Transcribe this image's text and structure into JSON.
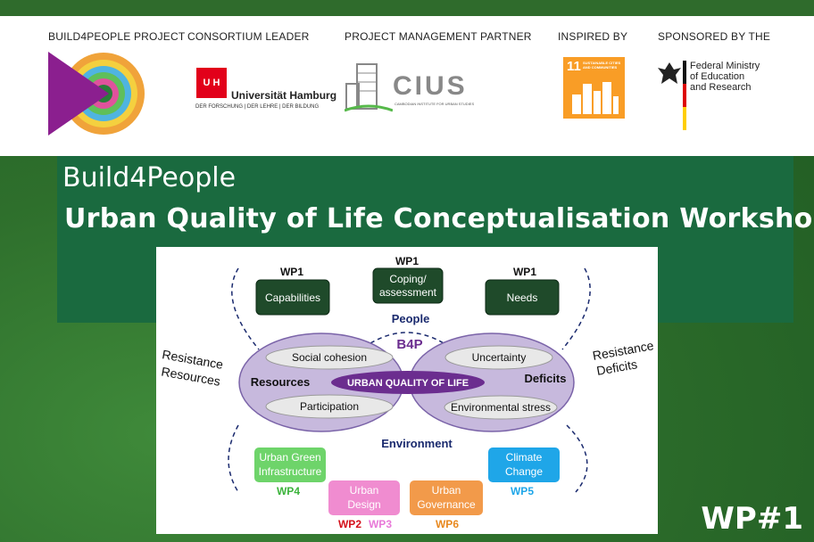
{
  "header": {
    "labels": {
      "project": "BUILD4PEOPLE PROJECT",
      "leader": "CONSORTIUM LEADER",
      "partner": "PROJECT MANAGEMENT PARTNER",
      "inspired": "INSPIRED BY",
      "sponsored": "SPONSORED BY THE"
    },
    "uhh": {
      "mark": "U H",
      "name": "Universität Hamburg",
      "tagline": "DER FORSCHUNG | DER LEHRE | DER BILDUNG"
    },
    "cius": {
      "name": "CIUS",
      "full": "CAMBODIAN INSTITUTE FOR URBAN STUDIES"
    },
    "sdg": {
      "number": "11",
      "text": "SUSTAINABLE CITIES AND COMMUNITIES"
    },
    "bmbf": {
      "line1": "Federal Ministry",
      "line2": "of Education",
      "line3": "and Research"
    }
  },
  "banner": {
    "subtitle": "Build4People",
    "title": "Urban Quality of Life Conceptualisation Workshop"
  },
  "diagram": {
    "wp_top": [
      "WP1",
      "WP1",
      "WP1"
    ],
    "top_boxes": [
      "Capabilities",
      "Coping/",
      "assessment",
      "Needs"
    ],
    "people": "People",
    "b4p": "B4P",
    "left_side": [
      "Resistance",
      "Resources"
    ],
    "right_side": [
      "Resistance",
      "Deficits"
    ],
    "left_circle": {
      "label": "Resources",
      "top": "Social cohesion",
      "bottom": "Participation"
    },
    "right_circle": {
      "label": "Deficits",
      "top": "Uncertainty",
      "bottom": "Environmental stress"
    },
    "center": "URBAN QUALITY OF LIFE",
    "environment": "Environment",
    "bottom_boxes": {
      "green": [
        "Urban Green",
        "Infrastructure"
      ],
      "design": [
        "Urban",
        "Design"
      ],
      "governance": [
        "Urban",
        "Governance"
      ],
      "climate": [
        "Climate",
        "Change"
      ]
    },
    "wp_bottom": {
      "green": "WP4",
      "design_a": "WP2",
      "design_b": "WP3",
      "governance": "WP6",
      "climate": "WP5"
    }
  },
  "footer_tag": "WP#1",
  "colors": {
    "banner": "#1a6a3f",
    "dark_box": "#1f4a2a",
    "purple": "#6b2d8f",
    "lavender": "#c7b9dd"
  }
}
